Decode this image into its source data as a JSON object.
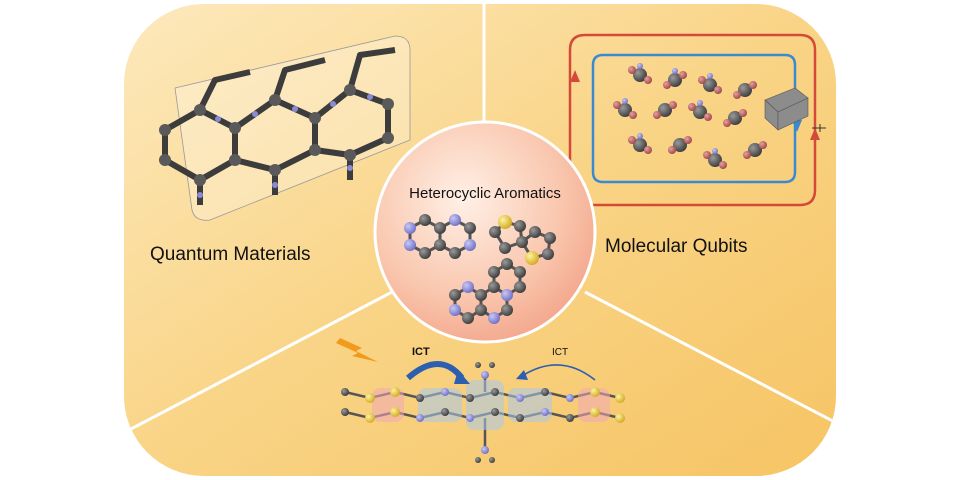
{
  "center": {
    "title": "Heterocyclic Aromatics"
  },
  "panels": {
    "left": {
      "label": "Quantum Materials"
    },
    "right": {
      "label": "Molecular Qubits"
    },
    "bottom": {
      "ict_strong": "ICT",
      "ict_weak": "ICT"
    }
  },
  "colors": {
    "panel_gradient_light": "#fde7b5",
    "panel_gradient_dark": "#f6c86a",
    "center_disk_light": "#fde0d0",
    "center_disk_dark": "#f3a58c",
    "divider": "#ffffff",
    "carbon": "#4a4a4a",
    "nitrogen": "#8a8ad6",
    "sulfur": "#e2c03a",
    "oxygen_or_metal": "#b86060",
    "loop_red": "#d44a3a",
    "loop_blue": "#3b8ad0",
    "arrow_blue": "#2d5fb0",
    "lightning": "#f29a1c"
  },
  "icons": [
    "lightning-icon",
    "ict-arrow-icon"
  ]
}
